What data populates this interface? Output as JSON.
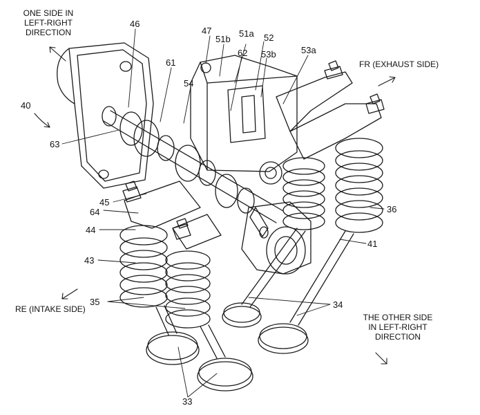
{
  "directions": {
    "one_side": [
      "ONE SIDE IN",
      "LEFT-RIGHT",
      "DIRECTION"
    ],
    "front": "FR (EXHAUST SIDE)",
    "rear": "RE (INTAKE SIDE)",
    "other_side": [
      "THE OTHER SIDE",
      "IN LEFT-RIGHT",
      "DIRECTION"
    ]
  },
  "refs": {
    "r40": "40",
    "r46": "46",
    "r47": "47",
    "r51b": "51b",
    "r51a": "51a",
    "r52": "52",
    "r53a": "53a",
    "r53b": "53b",
    "r62": "62",
    "r61": "61",
    "r54": "54",
    "r63": "63",
    "r45": "45",
    "r64": "64",
    "r44": "44",
    "r43": "43",
    "r35": "35",
    "r36": "36",
    "r41": "41",
    "r34": "34",
    "r33": "33"
  }
}
